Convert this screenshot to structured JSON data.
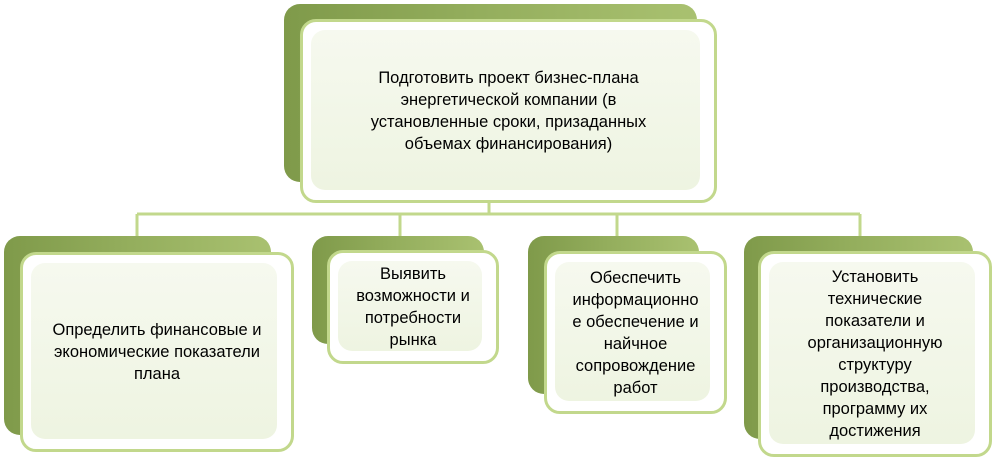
{
  "colors": {
    "shadow": "#8ba654",
    "border": "#c2d88c",
    "fill": "#eef4e1",
    "connector": "#c2d88c"
  },
  "root": {
    "text": "Подготовить проект  бизнес-плана\nэнергетической компании (в\nустановленные сроки, призаданных\nобъемах финансирования)"
  },
  "children": [
    {
      "text": "Определить финансовые  и\nэкономические показатели\nплана"
    },
    {
      "text": "Выявить\nвозможности и\nпотребности\nрынка"
    },
    {
      "text": "Обеспечить\nинформационно\nе обеспечение и\nнайчное\nсопровождение\nработ"
    },
    {
      "text": "Установить\nтехнические\nпоказатели и\nорганизационную\nструктуру\nпроизводства,\nпрограмму их\nдостижения"
    }
  ]
}
